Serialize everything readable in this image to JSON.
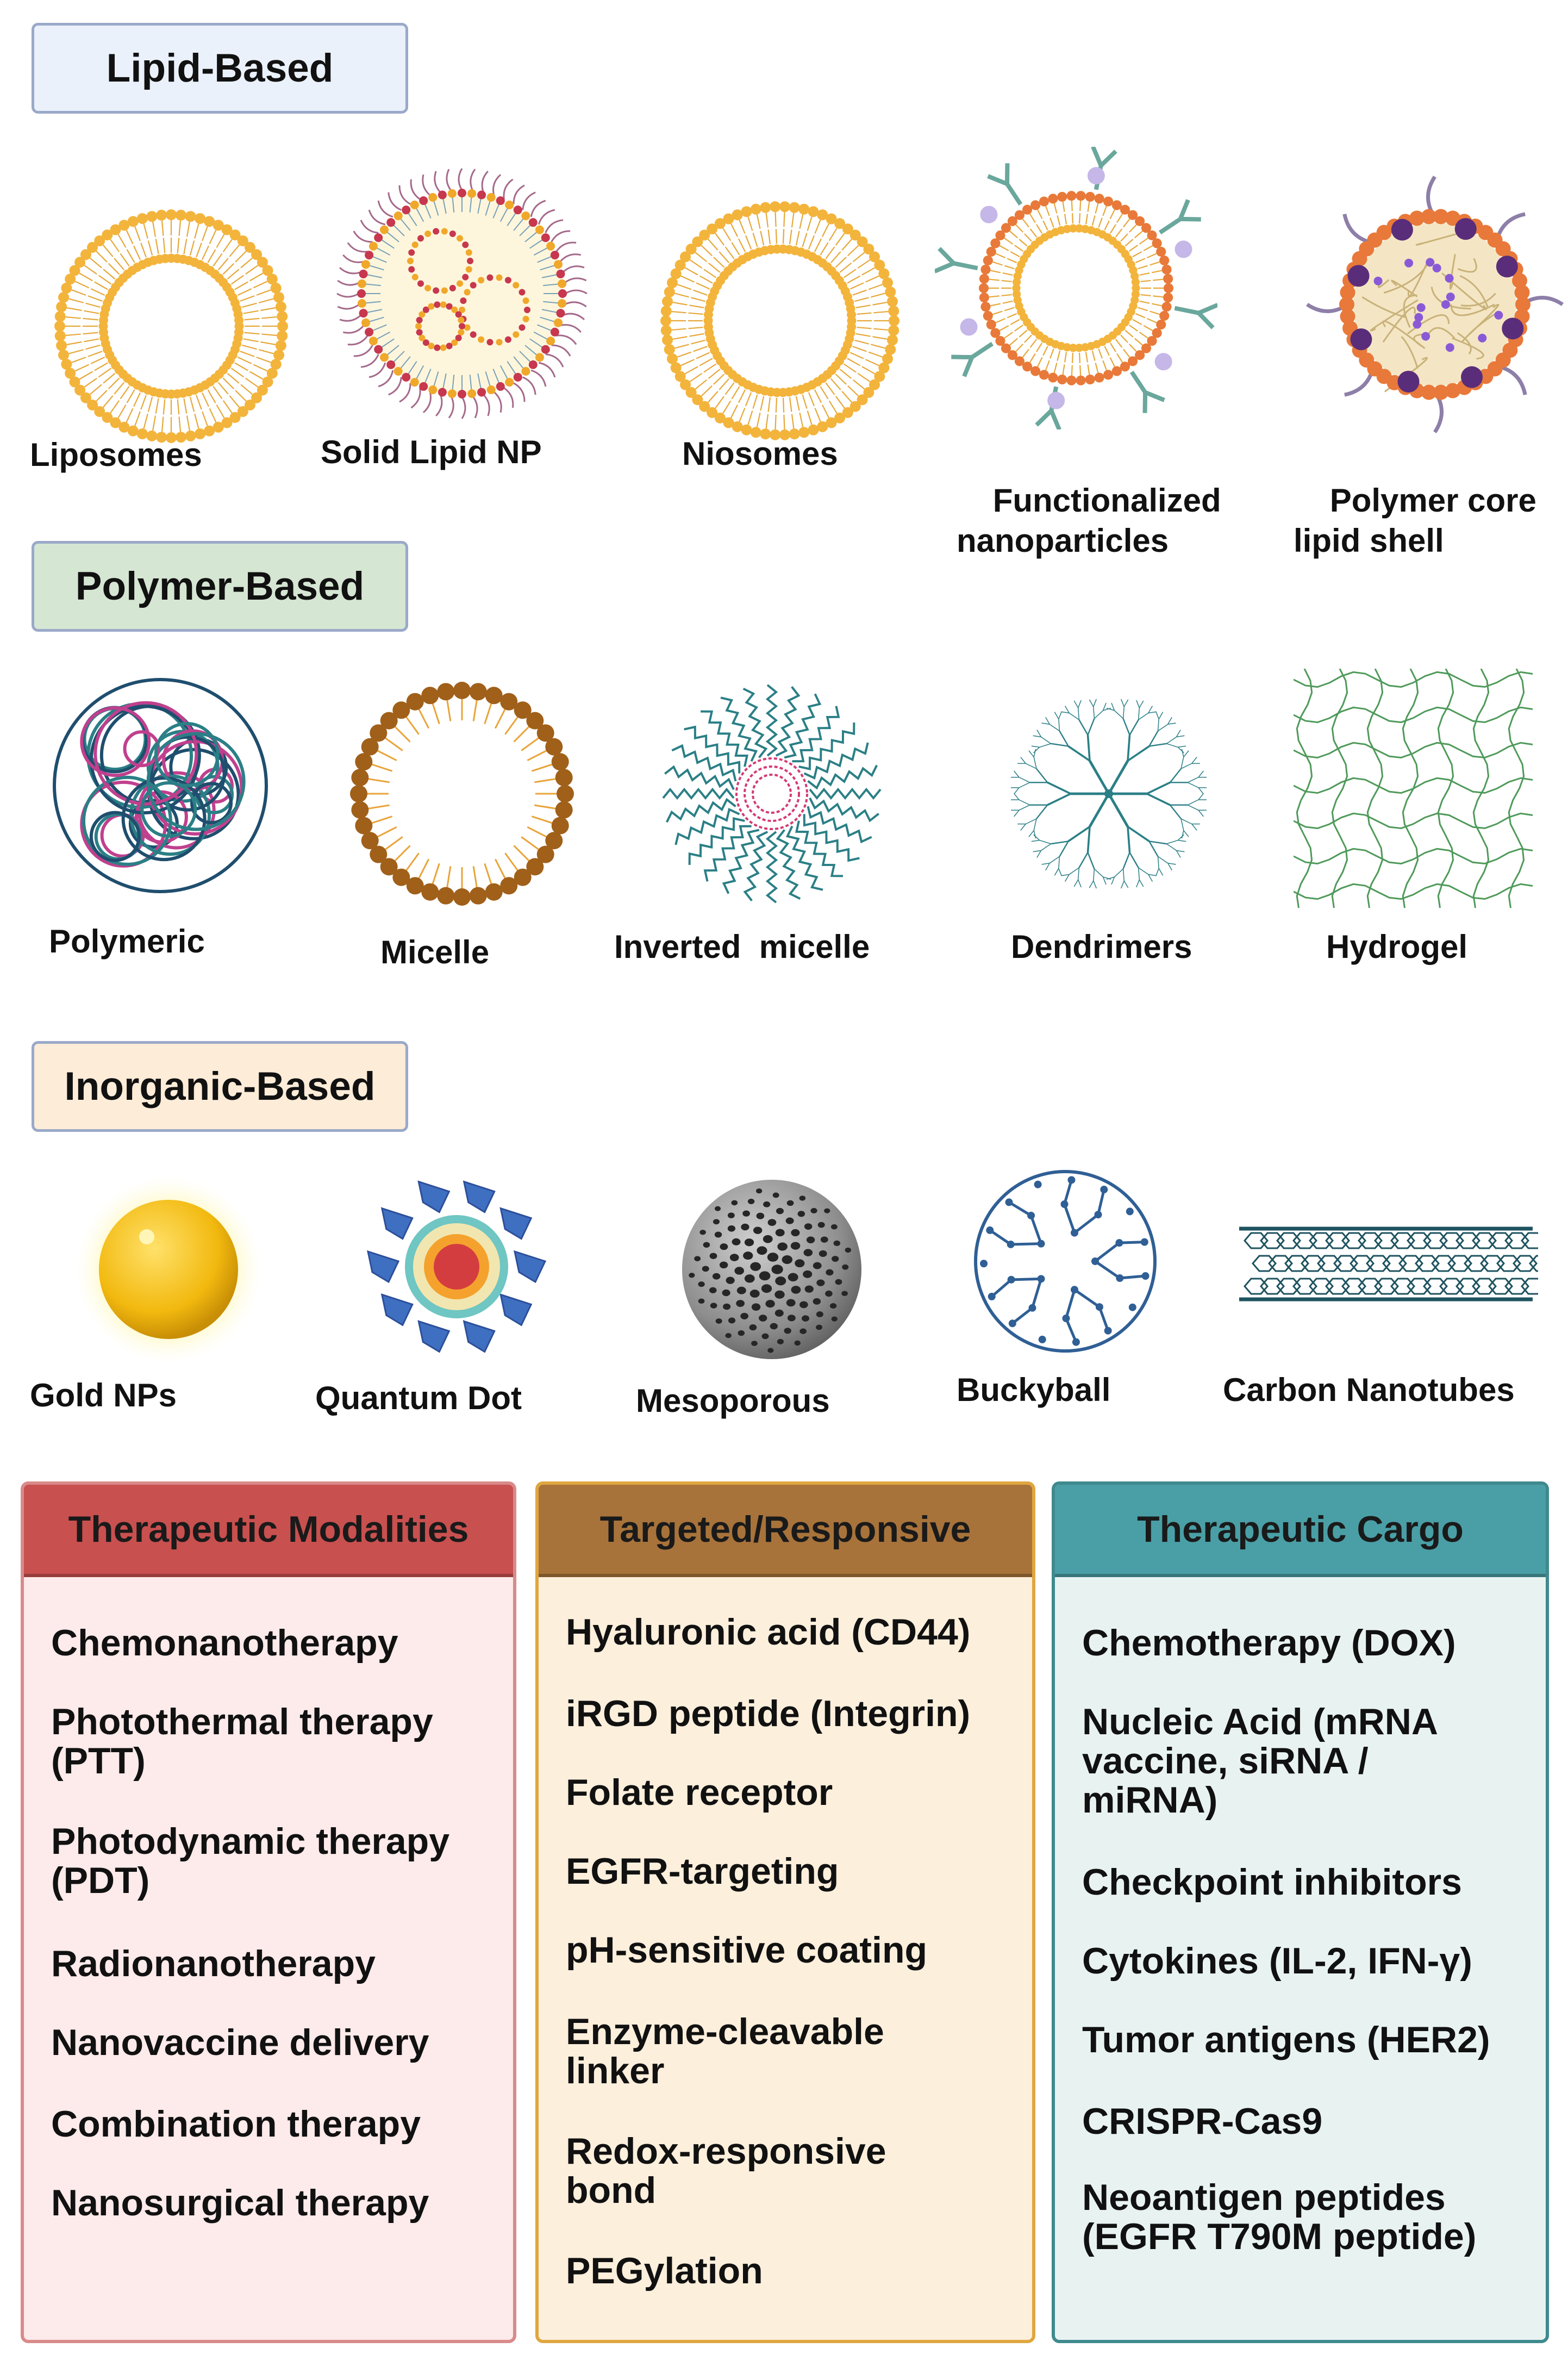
{
  "sections": {
    "lipid": {
      "title": "Lipid-Based",
      "bg": "#eaf1fb"
    },
    "polymer": {
      "title": "Polymer-Based",
      "bg": "#d5e6d3"
    },
    "inorganic": {
      "title": "Inorganic-Based",
      "bg": "#fcecd8"
    }
  },
  "lipid_items": [
    "Liposomes",
    "Solid Lipid NP",
    "Niosomes",
    "Functionalized\nnanoparticles",
    "Polymer core\nlipid shell"
  ],
  "polymer_items": [
    "Polymeric",
    "Micelle",
    "Inverted  micelle",
    "Dendrimers",
    "Hydrogel"
  ],
  "inorganic_items": [
    "Gold NPs",
    "Quantum Dot",
    "Mesoporous",
    "Buckyball",
    "Carbon Nanotubes"
  ],
  "panels": {
    "modalities": {
      "title": "Therapeutic Modalities",
      "header_color": "#c8504f",
      "bg": "#fdeaea",
      "border": "#d98a8a",
      "items": [
        "Chemonanotherapy",
        "Photothermal therapy\n(PTT)",
        "Photodynamic therapy\n(PDT)",
        "Radionanotherapy",
        "Nanovaccine delivery",
        "Combination therapy",
        "Nanosurgical therapy"
      ]
    },
    "targeted": {
      "title": "Targeted/Responsive",
      "header_color": "#a8733a",
      "bg": "#fcefdc",
      "border": "#e0a640",
      "items": [
        "Hyaluronic acid (CD44)",
        "iRGD peptide (Integrin)",
        "Folate receptor",
        "EGFR-targeting",
        "pH-sensitive coating",
        "Enzyme-cleavable\nlinker",
        "Redox-responsive\nbond",
        "PEGylation"
      ]
    },
    "cargo": {
      "title": "Therapeutic Cargo",
      "header_color": "#4a9fa6",
      "bg": "#e8f3f1",
      "border": "#3f8a8e",
      "items": [
        "Chemotherapy (DOX)",
        "Nucleic Acid (mRNA\nvaccine, siRNA /\nmiRNA)",
        "Checkpoint inhibitors",
        "Cytokines (IL-2, IFN-γ)",
        "Tumor antigens (HER2)",
        "CRISPR-Cas9",
        "Neoantigen peptides\n(EGFR T790M peptide)"
      ]
    }
  },
  "colors": {
    "lipid_orange": "#f0a82a",
    "lipid_head": "#f3b43c",
    "micelle_brown": "#a0601a",
    "polymer_teal": "#2b7f86",
    "polymer_magenta": "#c0408e",
    "gold": "#f2c21b",
    "qd_blue": "#3f6fc0",
    "grey_sphere": "#8a8a8a",
    "bucky_blue": "#2f5f95",
    "nanotube_teal": "#1f5360"
  },
  "icons": [
    "liposome-icon",
    "solid-lipid-np-icon",
    "niosome-icon",
    "functionalized-np-icon",
    "polymer-core-lipid-shell-icon",
    "polymeric-np-icon",
    "micelle-icon",
    "inverted-micelle-icon",
    "dendrimer-icon",
    "hydrogel-icon",
    "gold-np-icon",
    "quantum-dot-icon",
    "mesoporous-np-icon",
    "buckyball-icon",
    "carbon-nanotube-icon"
  ]
}
